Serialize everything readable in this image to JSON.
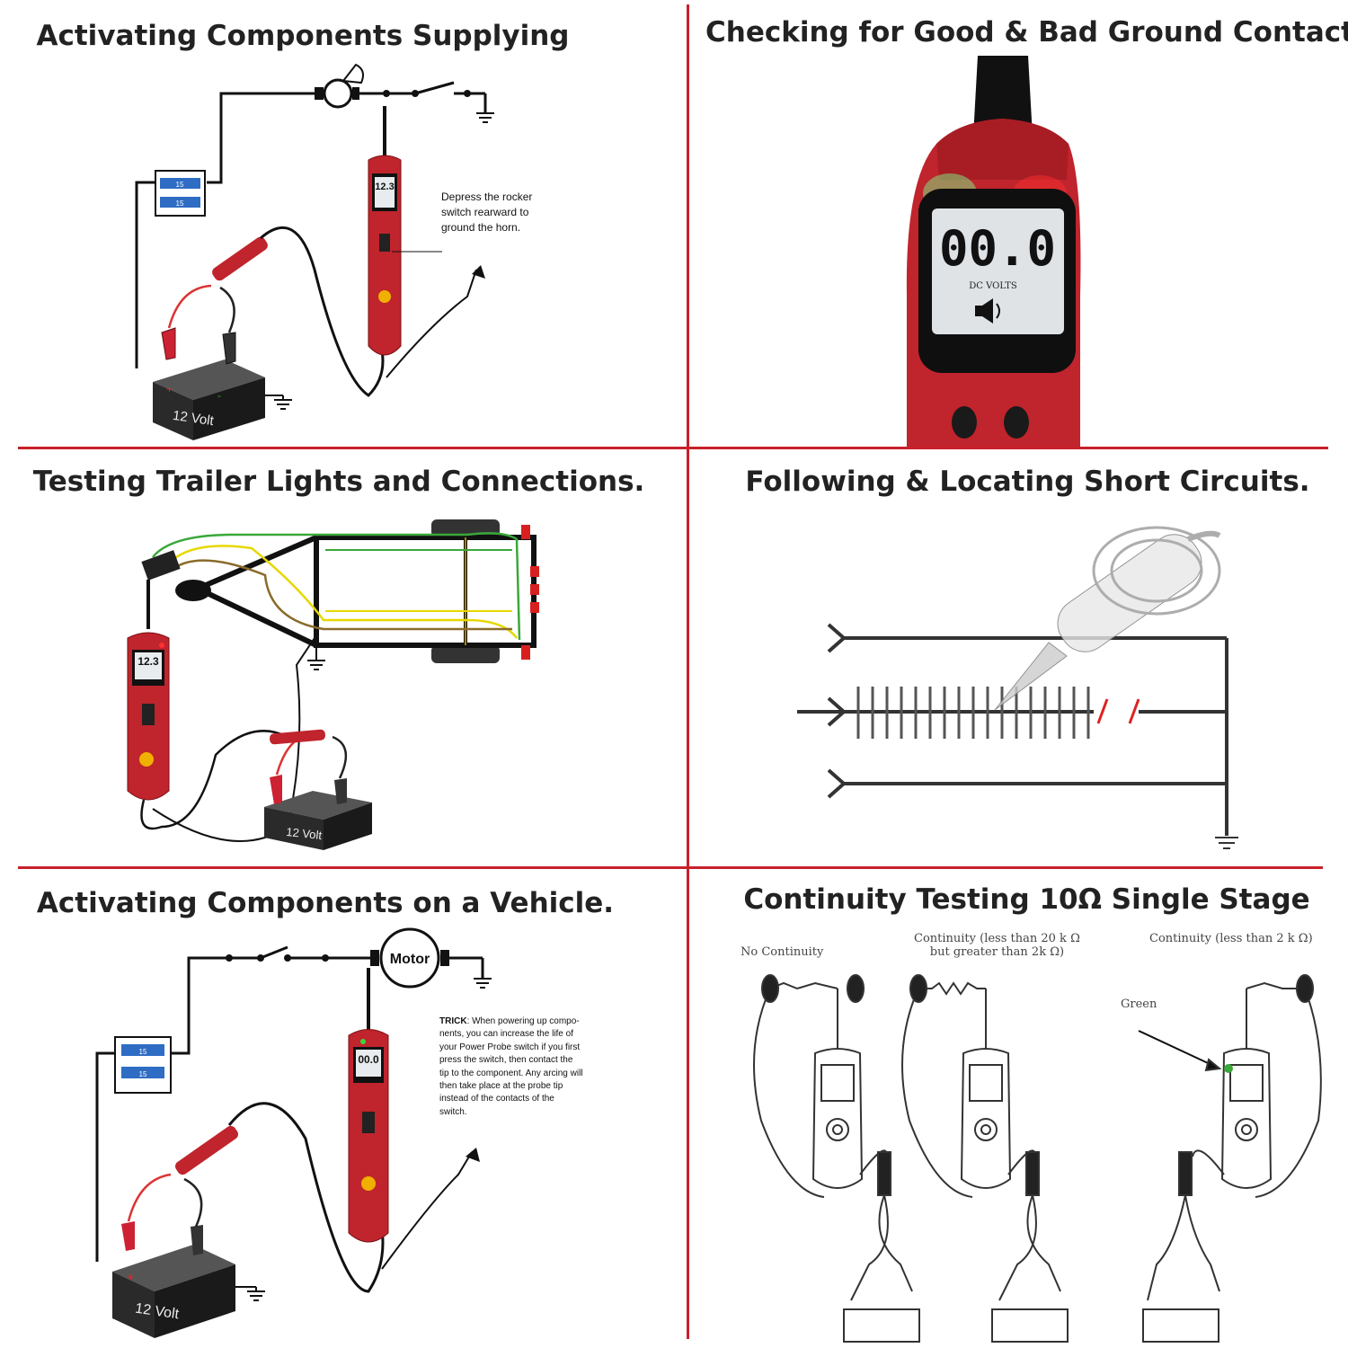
{
  "panels": {
    "p1": {
      "title": "Activating Components Supplying",
      "note": "Depress the rocker\nswitch rearward to\nground the horn.",
      "display": "12.3",
      "battery": "12 Volt",
      "fuse": [
        "15",
        "15"
      ]
    },
    "p2": {
      "title": "Checking for Good & Bad Ground Contacts.",
      "display": "00.0",
      "unit": "DC VOLTS"
    },
    "p3": {
      "title": "Testing Trailer Lights and Connections.",
      "display": "12.3",
      "battery": "12 Volt"
    },
    "p4": {
      "title": "Following & Locating Short Circuits."
    },
    "p5": {
      "title": "Activating Components on a Vehicle.",
      "motor": "Motor",
      "display": "00.0",
      "battery": "12 Volt",
      "fuse": [
        "15",
        "15"
      ],
      "trick_label": "TRICK",
      "trick_text": ": When powering up compo-nents, you can increase the life of your Power Probe switch if you first press the switch, then contact the tip to the component. Any arcing will then take place at the probe tip instead of the contacts of the switch."
    },
    "p6": {
      "title": "Continuity Testing 10Ω Single Stage",
      "labels": [
        "No Continuity",
        "Continuity (less than 20 k Ω\nbut greater than 2k Ω)",
        "Continuity (less than 2 k Ω)"
      ],
      "green": "Green"
    }
  },
  "colors": {
    "divider": "#c8202a",
    "probe": "#c0242c",
    "wire_green": "#3aa83a",
    "wire_yellow": "#e6d800"
  }
}
